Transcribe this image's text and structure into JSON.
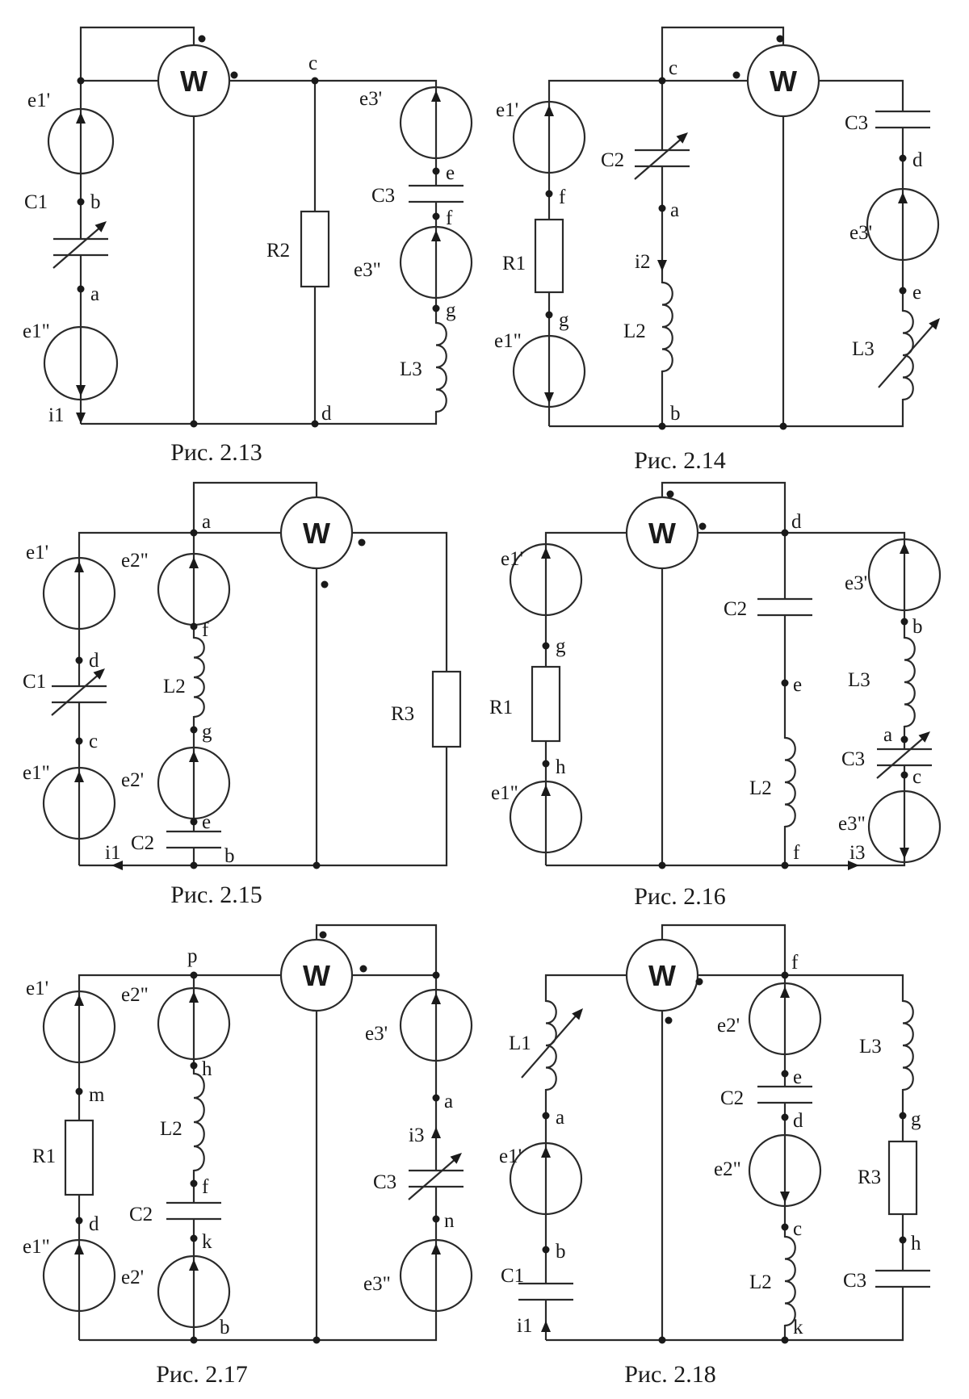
{
  "figures": [
    {
      "caption": "Рис. 2.13",
      "wattmeter": "W",
      "labels": {
        "c": "c",
        "d": "d",
        "b": "b",
        "a": "a",
        "e": "e",
        "f": "f",
        "g": "g",
        "i1": "i1",
        "e1p": "e1'",
        "C1": "C1",
        "e1pp": "e1\"",
        "R2": "R2",
        "e3p": "e3'",
        "C3": "C3",
        "e3pp": "e3\"",
        "L3": "L3"
      }
    },
    {
      "caption": "Рис. 2.14",
      "wattmeter": "W",
      "labels": {
        "c": "c",
        "f": "f",
        "g": "g",
        "a": "a",
        "b": "b",
        "d": "d",
        "e": "e",
        "i2": "i2",
        "e1p": "e1'",
        "R1": "R1",
        "e1pp": "e1\"",
        "C2": "C2",
        "L2": "L2",
        "C3": "C3",
        "e3p": "e3'",
        "L3": "L3"
      }
    },
    {
      "caption": "Рис. 2.15",
      "wattmeter": "W",
      "labels": {
        "a": "a",
        "d": "d",
        "c": "c",
        "f": "f",
        "g": "g",
        "e": "e",
        "b": "b",
        "i1": "i1",
        "e1p": "e1'",
        "C1": "C1",
        "e1pp": "e1\"",
        "e2pp": "e2\"",
        "L2": "L2",
        "e2p": "e2'",
        "C2": "C2",
        "R3": "R3"
      }
    },
    {
      "caption": "Рис. 2.16",
      "wattmeter": "W",
      "labels": {
        "d": "d",
        "g": "g",
        "h": "h",
        "e": "e",
        "f": "f",
        "b": "b",
        "a": "a",
        "c": "c",
        "i3": "i3",
        "e1p": "e1'",
        "R1": "R1",
        "e1pp": "e1\"",
        "C2": "C2",
        "L2": "L2",
        "e3p": "e3'",
        "L3": "L3",
        "C3": "C3",
        "e3pp": "e3\""
      }
    },
    {
      "caption": "Рис. 2.17",
      "wattmeter": "W",
      "labels": {
        "p": "p",
        "m": "m",
        "d": "d",
        "h": "h",
        "f": "f",
        "k": "k",
        "b": "b",
        "a": "a",
        "n": "n",
        "i3": "i3",
        "e1p": "e1'",
        "R1": "R1",
        "e1pp": "e1\"",
        "e2pp": "e2\"",
        "L2": "L2",
        "C2": "C2",
        "e2p": "e2'",
        "e3p": "e3'",
        "C3": "C3",
        "e3pp": "e3\""
      }
    },
    {
      "caption": "Рис. 2.18",
      "wattmeter": "W",
      "labels": {
        "f": "f",
        "a": "a",
        "b": "b",
        "e": "e",
        "d": "d",
        "c": "c",
        "k": "k",
        "g": "g",
        "h": "h",
        "i1": "i1",
        "L1": "L1",
        "e1p": "e1'",
        "C1": "C1",
        "e2p": "e2'",
        "C2": "C2",
        "e2pp": "e2\"",
        "L2": "L2",
        "L3": "L3",
        "R3": "R3",
        "C3": "C3"
      }
    }
  ]
}
